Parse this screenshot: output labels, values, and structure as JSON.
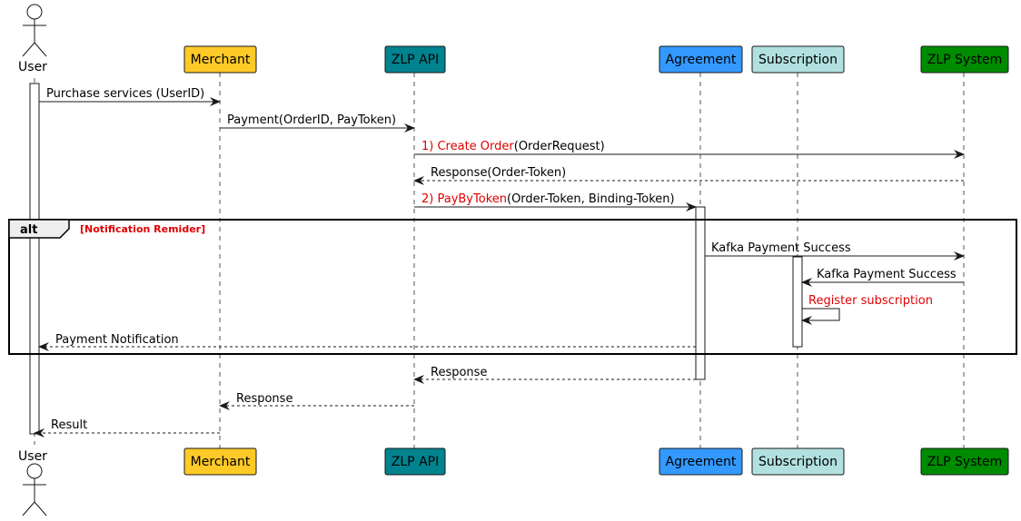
{
  "participants": {
    "user": {
      "label": "User"
    },
    "merchant": {
      "label": "Merchant",
      "color": "#ffca28"
    },
    "zlp_api": {
      "label": "ZLP API",
      "color": "#00838f"
    },
    "agreement": {
      "label": "Agreement",
      "color": "#3399ff"
    },
    "subscription": {
      "label": "Subscription",
      "color": "#b2e0e0"
    },
    "zlp_system": {
      "label": "ZLP System",
      "color": "#008c00"
    }
  },
  "messages": {
    "m1": {
      "text": "Purchase services (UserID)"
    },
    "m2": {
      "text": "Payment(OrderID, PayToken)"
    },
    "m3": {
      "prefix": "1) Create Order",
      "text": "(OrderRequest)"
    },
    "m4": {
      "text": "Response(Order-Token)"
    },
    "m5": {
      "prefix": "2) PayByToken",
      "text": "(Order-Token, Binding-Token)"
    },
    "m6": {
      "text": "Kafka Payment Success"
    },
    "m7": {
      "text": "Kafka Payment Success"
    },
    "m8": {
      "text": "Register subscription"
    },
    "m9": {
      "text": "Payment Notification"
    },
    "m10": {
      "text": "Response"
    },
    "m11": {
      "text": "Response"
    },
    "m12": {
      "text": "Result"
    }
  },
  "alt_fragment": {
    "label": "alt",
    "guard": "[Notification Remider]",
    "guard_color": "#e00000"
  }
}
